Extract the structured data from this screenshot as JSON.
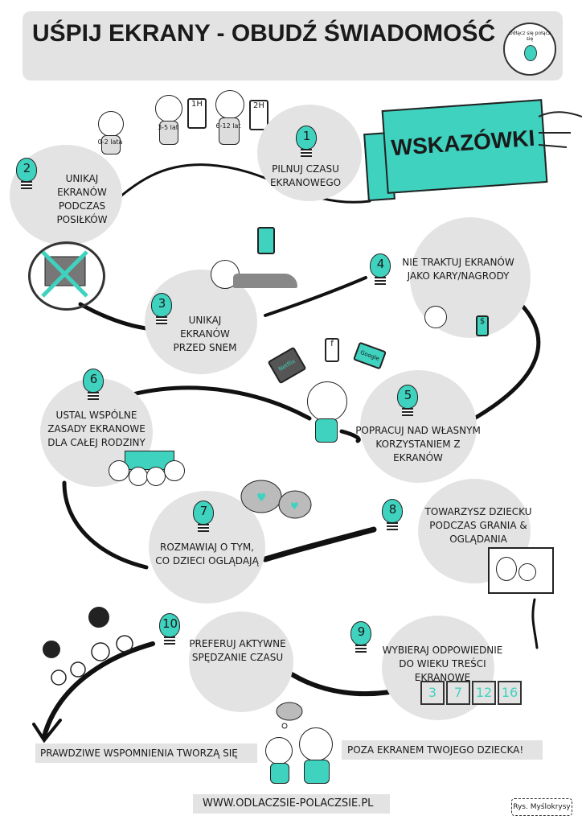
{
  "title": "Uśpij ekrany - obudź świadomość",
  "logo_text": "Odłącz się połącz się",
  "banner": "Wskazówki",
  "age_groups": [
    {
      "age": "0-2 lata",
      "limit": ""
    },
    {
      "age": "3-5 lat",
      "limit": "1H"
    },
    {
      "age": "6-12 lat",
      "limit": "2H"
    }
  ],
  "tips": [
    {
      "num": "1",
      "text": "Pilnuj czasu ekranowego"
    },
    {
      "num": "2",
      "text": "Unikaj ekranów podczas posiłków"
    },
    {
      "num": "3",
      "text": "Unikaj ekranów przed snem"
    },
    {
      "num": "4",
      "text": "Nie traktuj ekranów jako kary/nagrody"
    },
    {
      "num": "5",
      "text": "Popracuj nad własnym korzystaniem z ekranów"
    },
    {
      "num": "6",
      "text": "Ustal wspólne zasady ekranowe dla całej rodziny"
    },
    {
      "num": "7",
      "text": "Rozmawiaj o tym, co dzieci oglądają"
    },
    {
      "num": "8",
      "text": "Towarzysz dziecku podczas grania & oglądania"
    },
    {
      "num": "9",
      "text": "Wybieraj odpowiednie do wieku treści ekranowe"
    },
    {
      "num": "10",
      "text": "Preferuj aktywne spędzanie czasu"
    }
  ],
  "devices": {
    "tv": "Netflix",
    "phone": "f",
    "laptop": "Google",
    "prize": "$"
  },
  "age_ratings": [
    "3",
    "7",
    "12",
    "16"
  ],
  "footer": {
    "left": "Prawdziwe wspomnienia tworzą się",
    "right": "poza ekranem twojego dziecka!",
    "url": "www.odlaczsie-polaczsie.pl",
    "credit": "Rys. Myślokrysy"
  },
  "colors": {
    "accent": "#3fd2bf",
    "bubble": "#e3e3e3",
    "ink": "#1a1a1a"
  }
}
